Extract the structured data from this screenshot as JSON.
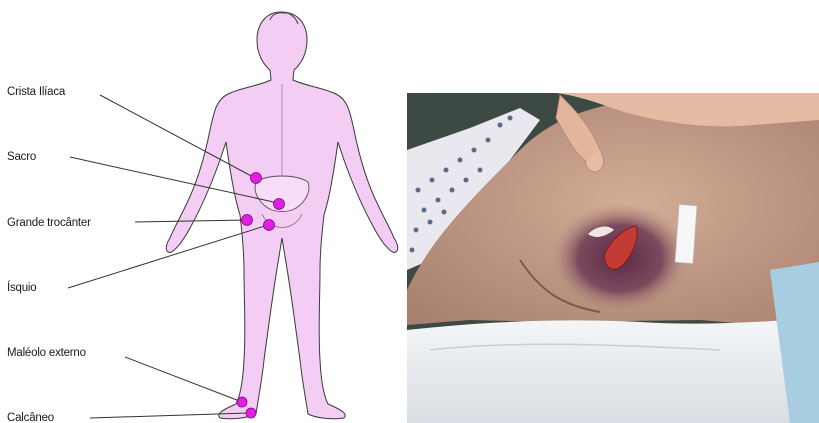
{
  "diagram": {
    "labels": [
      {
        "id": "crista",
        "text": "Crista Ilíaca"
      },
      {
        "id": "sacro",
        "text": "Sacro"
      },
      {
        "id": "trocanter",
        "text": "Grande trocânter"
      },
      {
        "id": "isquio",
        "text": "Ísquio"
      },
      {
        "id": "maleolo",
        "text": "Maléolo externo"
      },
      {
        "id": "calcaneo",
        "text": "Calcâneo"
      }
    ],
    "colors": {
      "skin": "#f3cdf3",
      "outline": "#3a3a3a",
      "marker": "#e020e0",
      "line": "#333333"
    }
  },
  "photo": {
    "subject": "pressure-ulcer-photo",
    "colors": {
      "background": "#3d4a43",
      "skin": "#c7a08c",
      "bruise": "#6e3f55",
      "wound": "#c43a35",
      "sheet": "#e9eef2"
    }
  }
}
